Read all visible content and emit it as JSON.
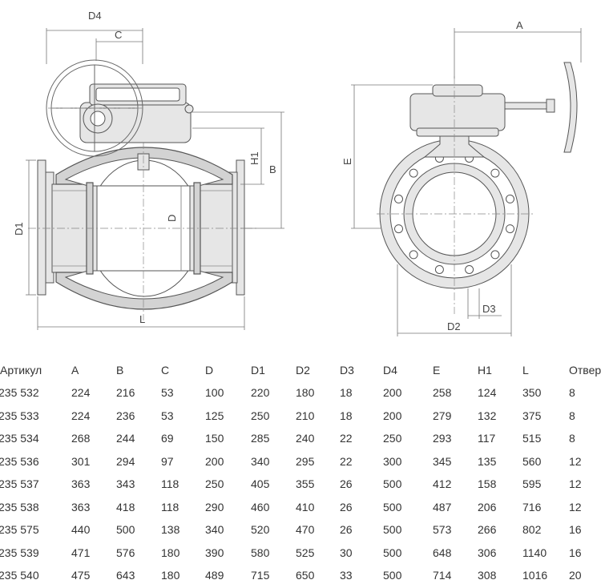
{
  "labels": {
    "A": "A",
    "B": "B",
    "C": "C",
    "D": "D",
    "D1": "D1",
    "D2": "D2",
    "D3": "D3",
    "D4": "D4",
    "E": "E",
    "H1": "H1",
    "L": "L"
  },
  "table": {
    "headers": [
      "Артикул",
      "A",
      "B",
      "C",
      "D",
      "D1",
      "D2",
      "D3",
      "D4",
      "E",
      "H1",
      "L",
      "Отвер"
    ],
    "rows": [
      [
        "235 532",
        "224",
        "216",
        "53",
        "100",
        "220",
        "180",
        "18",
        "200",
        "258",
        "124",
        "350",
        "8"
      ],
      [
        "235 533",
        "224",
        "236",
        "53",
        "125",
        "250",
        "210",
        "18",
        "200",
        "279",
        "132",
        "375",
        "8"
      ],
      [
        "235 534",
        "268",
        "244",
        "69",
        "150",
        "285",
        "240",
        "22",
        "250",
        "293",
        "117",
        "515",
        "8"
      ],
      [
        "235 536",
        "301",
        "294",
        "97",
        "200",
        "340",
        "295",
        "22",
        "300",
        "345",
        "135",
        "560",
        "12"
      ],
      [
        "235 537",
        "363",
        "343",
        "118",
        "250",
        "405",
        "355",
        "26",
        "500",
        "412",
        "158",
        "595",
        "12"
      ],
      [
        "235 538",
        "363",
        "418",
        "118",
        "290",
        "460",
        "410",
        "26",
        "500",
        "487",
        "206",
        "716",
        "12"
      ],
      [
        "235 575",
        "440",
        "500",
        "138",
        "340",
        "520",
        "470",
        "26",
        "500",
        "573",
        "266",
        "802",
        "16"
      ],
      [
        "235 539",
        "471",
        "576",
        "180",
        "390",
        "580",
        "525",
        "30",
        "500",
        "648",
        "306",
        "1140",
        "16"
      ],
      [
        "235 540",
        "475",
        "643",
        "180",
        "489",
        "715",
        "650",
        "33",
        "500",
        "714",
        "308",
        "1016",
        "20"
      ]
    ]
  }
}
